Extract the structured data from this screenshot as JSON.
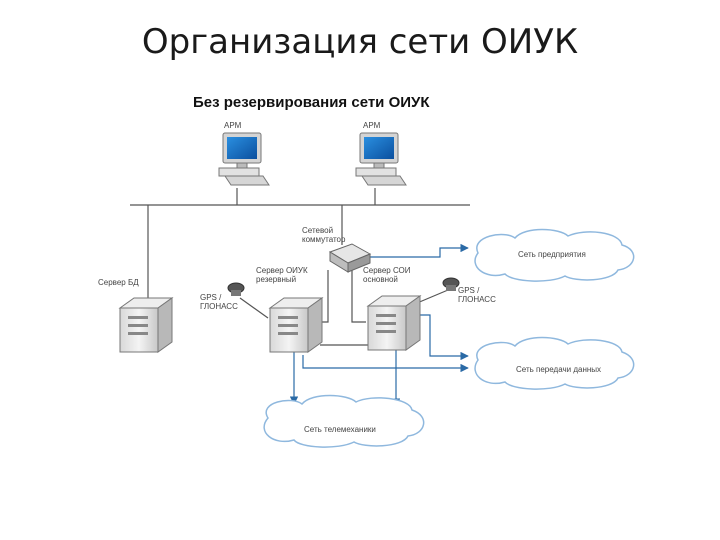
{
  "slide": {
    "title": "Организация сети ОИУК"
  },
  "diagram": {
    "subtitle": "Без резервирования сети ОИУК",
    "nodes": {
      "arm1": "АРМ",
      "arm2": "АРМ",
      "switch": "Сетевой коммутатор",
      "server_db": "Сервер БД",
      "server_backup": "Сервер ОИУК резервный",
      "server_main": "Сервер СОИ основной",
      "gps_left": "GPS / ГЛОНАСС",
      "gps_right": "GPS / ГЛОНАСС"
    },
    "clouds": {
      "enterprise": "Сеть предприятия",
      "data_transfer": "Сеть передачи данных",
      "telemechanics": "Сеть телемеханики"
    }
  },
  "colors": {
    "line": "#555555",
    "arrow": "#2a6aa6",
    "cloud_stroke": "#8fb8de"
  }
}
